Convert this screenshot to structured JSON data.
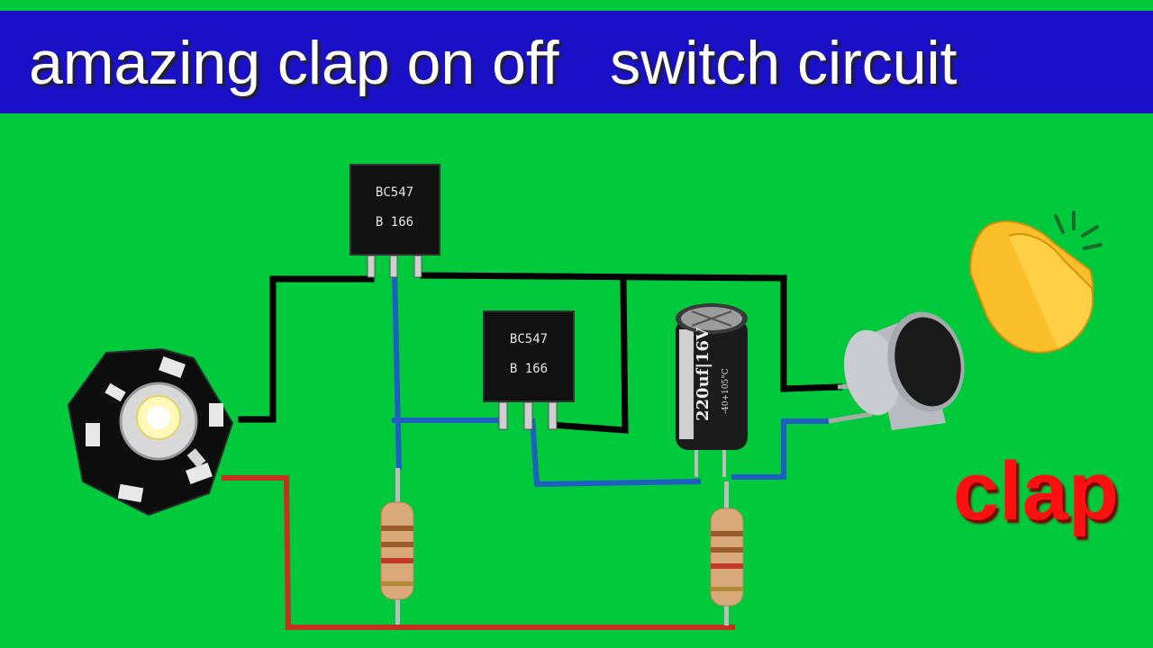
{
  "title": "amazing clap on off   switch circuit",
  "transistor_top": {
    "line1": "BC547",
    "line2": "B  166"
  },
  "transistor_mid": {
    "line1": "BC547",
    "line2": "B  166"
  },
  "capacitor": {
    "label": "220uf|16V",
    "temp_label": "-40+105°C"
  },
  "clap_label": "clap",
  "icons": {
    "led": "star-led-icon",
    "microphone": "microphone-icon",
    "clap": "clapping-hands-icon"
  },
  "colors": {
    "background": "#00c93c",
    "title_bar": "#1a10c8",
    "wire_black": "#000000",
    "wire_blue": "#1f5fc4",
    "wire_red": "#c8301e",
    "clap_text": "#ff1010"
  }
}
